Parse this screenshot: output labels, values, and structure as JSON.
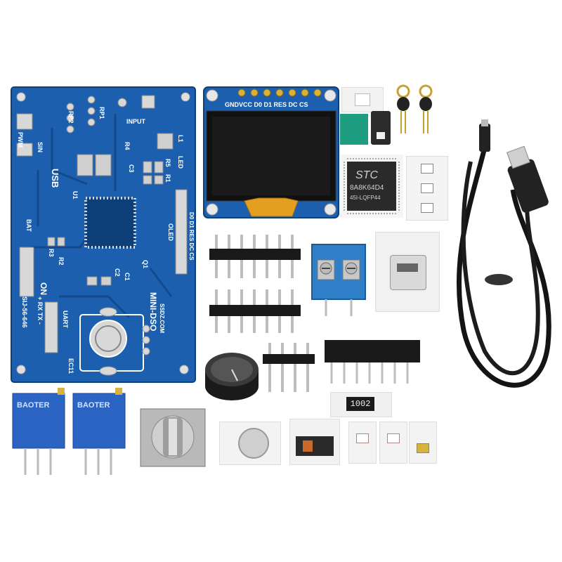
{
  "pcb": {
    "labels": {
      "pwm": "PWM",
      "rp2": "RP2",
      "rp1": "RP1",
      "input": "INPUT",
      "sin": "SIN",
      "usb": "USB",
      "r4": "R4",
      "l1": "L1",
      "led": "LED",
      "u1": "U1",
      "c3": "C3",
      "r5": "R5",
      "r1": "R1",
      "bat": "BAT",
      "r3": "R3",
      "r2": "R2",
      "oled": "OLED",
      "oled_pins": "D0 D1 RES DC CS",
      "on": "ON",
      "c2": "C2",
      "c1": "C1",
      "q1": "Q1",
      "uart": "UART",
      "rxtx": "+ RX TX -",
      "serial": "SIJ-56-646",
      "model": "MINI-DSO",
      "brand": "SSDZ.COM",
      "ec11": "EC11"
    }
  },
  "oled": {
    "pin_labels": "GNDVCC D0  D1 RES DC CS"
  },
  "mcu": {
    "brand": "STC",
    "part": "8A8K64D4",
    "package": "45I-LQFP44"
  },
  "trimmer": {
    "brand": "BAOTER"
  },
  "resistor": {
    "code": "1002"
  },
  "colors": {
    "pcb": "#1b5fae",
    "pcb_dark": "#134a8c",
    "terminal": "#2f7fc8",
    "gold": "#c99a2e"
  }
}
